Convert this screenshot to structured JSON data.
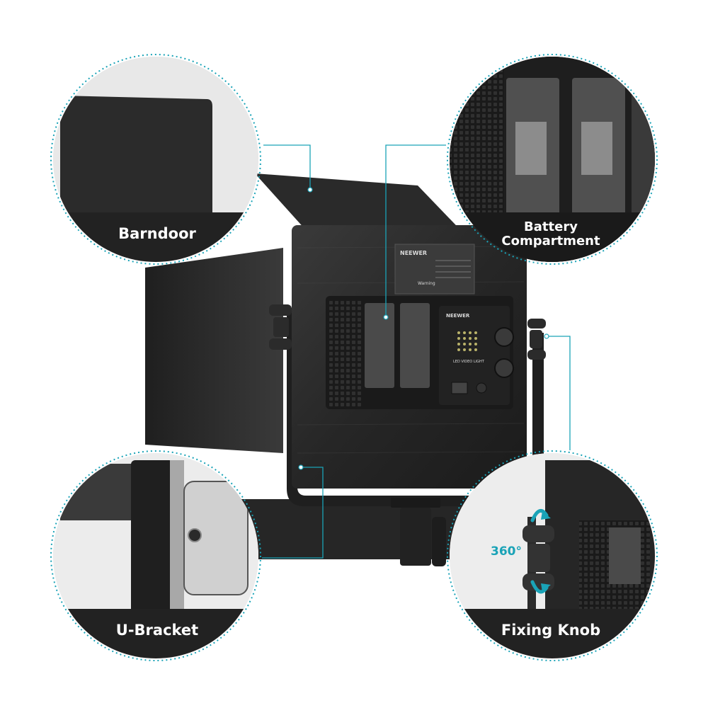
{
  "image": {
    "subject": "LED video light panel with detail callouts",
    "brand_text": "NEEWER",
    "panel_label": "LED VIDEO LIGHT",
    "warning_text": "Warning"
  },
  "callouts": {
    "barndoor": {
      "label": "Barndoor"
    },
    "battery": {
      "line1": "Battery",
      "line2": "Compartment"
    },
    "ubracket": {
      "label": "U-Bracket"
    },
    "knob": {
      "label": "Fixing Knob",
      "rotation": "360°"
    }
  },
  "colors": {
    "accent": "#1aa3b7",
    "panel": "#222222",
    "barndoor": "#2b2b2b",
    "label_band": "#1e1e1e"
  }
}
